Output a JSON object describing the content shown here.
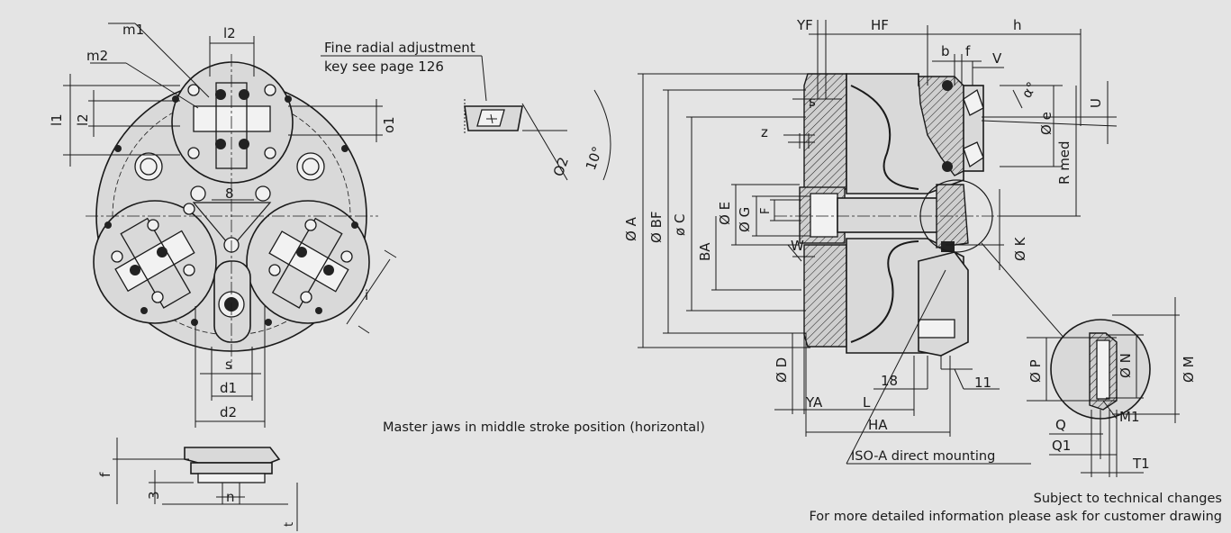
{
  "drawing": {
    "front_view": {
      "labels": {
        "m1": "m1",
        "m2": "m2",
        "l2_top": "l2",
        "l1": "l1",
        "l2_left": "l2",
        "o1": "o1",
        "eight": "8",
        "i": "i",
        "s": "s",
        "d1": "d1",
        "d2": "d2"
      }
    },
    "key_detail": {
      "note_line1": "Fine radial adjustment",
      "note_line2": "key see page 126",
      "o2": "O2",
      "angle": "10°"
    },
    "jaw_detail": {
      "f": "f",
      "three": "3",
      "n": "n",
      "t": "t"
    },
    "section_view": {
      "labels": {
        "YF": "YF",
        "HF": "HF",
        "h": "h",
        "b": "b",
        "f": "f",
        "V": "V",
        "s": "s",
        "z": "z",
        "e": "Ø e",
        "alpha": "α°",
        "U": "U",
        "R_med": "R med",
        "A": "Ø A",
        "BF": "Ø BF",
        "C": "ø C",
        "E": "Ø E",
        "G": "Ø G",
        "F": "F",
        "BA": "BA",
        "W": "W",
        "K": "Ø K",
        "D": "Ø D",
        "eighteen": "18",
        "eleven": "11",
        "YA": "YA",
        "L": "L",
        "HA": "HA"
      }
    },
    "thread_detail": {
      "P": "Ø P",
      "N": "Ø N",
      "M": "Ø M",
      "M1": "M1",
      "Q": "Q",
      "Q1": "Q1",
      "T1": "T1"
    },
    "notes": {
      "master_jaws": "Master jaws in middle stroke  position (horizontal)",
      "iso": "ISO-A direct mounting",
      "subject": "Subject to technical changes",
      "more_info": "For more detailed information please ask for customer drawing"
    }
  }
}
